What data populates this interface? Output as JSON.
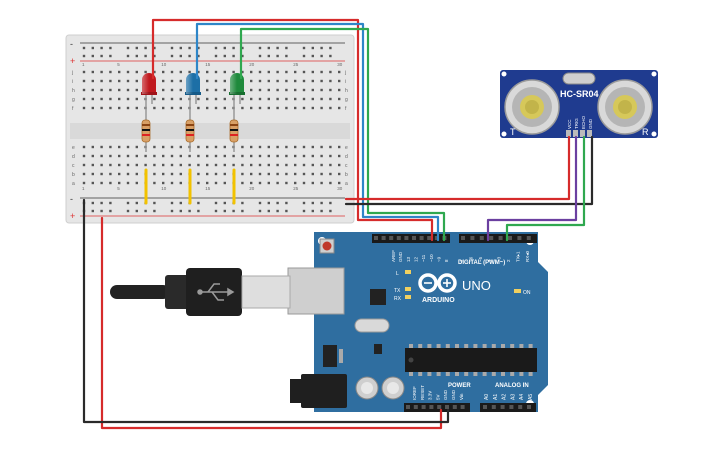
{
  "colors": {
    "wire_red": "#d62b2b",
    "wire_blue": "#2e86c8",
    "wire_green": "#2fa84f",
    "wire_purple": "#6b3fa0",
    "wire_black": "#2a2a2a",
    "led_red": "#c0191e",
    "led_blue": "#1d6fa6",
    "led_green": "#1f8a3c",
    "arduino_pcb": "#2f6ea0",
    "sensor_pcb": "#1f3b8f",
    "breadboard": "#e6e6e6"
  },
  "breadboard": {
    "rail_plus": "+",
    "rail_minus": "-",
    "row_letters_top": [
      "j",
      "i",
      "h",
      "g",
      "f"
    ],
    "row_letters_bottom": [
      "e",
      "d",
      "c",
      "b",
      "a"
    ],
    "column_numbers": [
      "1",
      "5",
      "10",
      "15",
      "20",
      "25",
      "30"
    ]
  },
  "components": {
    "leds": [
      {
        "name": "led-red",
        "color_key": "led_red"
      },
      {
        "name": "led-blue",
        "color_key": "led_blue"
      },
      {
        "name": "led-green",
        "color_key": "led_green"
      }
    ],
    "resistor_count": 3
  },
  "sensor": {
    "model": "HC-SR04",
    "left_mark": "T",
    "right_mark": "R",
    "pins": [
      "VCC",
      "TRIG",
      "ECHO",
      "GND"
    ]
  },
  "arduino": {
    "brand": "ARDUINO",
    "model": "UNO",
    "digital_label": "DIGITAL (PWM~)",
    "power_label": "POWER",
    "analog_label": "ANALOG IN",
    "on_label": "ON",
    "l_label": "L",
    "tx_label": "TX",
    "rx_label": "RX",
    "aref_label": "AREF",
    "gnd_label": "GND",
    "digital_pins": [
      "13",
      "12",
      "~11",
      "~10",
      "~9",
      "8",
      "7",
      "~6",
      "~5",
      "4",
      "~3",
      "2",
      "TX▸1",
      "RX◂0"
    ],
    "power_pins": [
      "IOREF",
      "RESET",
      "3.3V",
      "5V",
      "GND",
      "GND",
      "Vin"
    ],
    "analog_pins": [
      "A0",
      "A1",
      "A2",
      "A3",
      "A4",
      "A5"
    ]
  }
}
